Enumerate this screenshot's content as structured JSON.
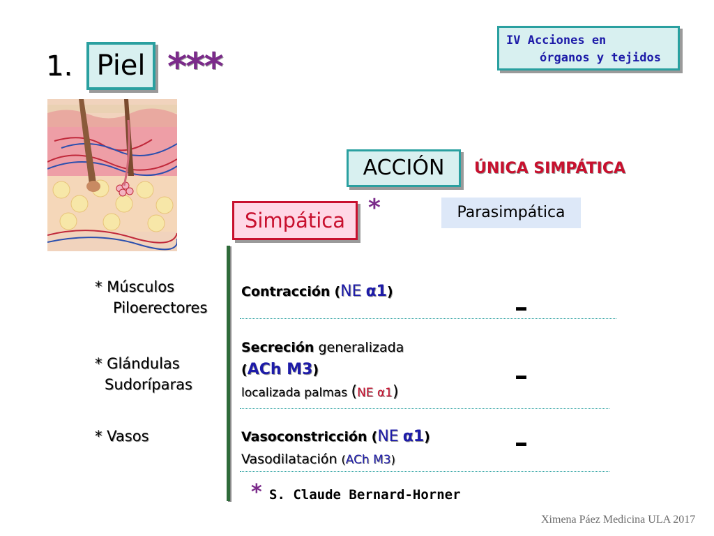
{
  "header": {
    "section_line1": "IV Acciones en",
    "section_line2": "órganos y tejidos",
    "number": "1.",
    "title": "Piel",
    "stars": "***"
  },
  "action": {
    "label": "ACCIÓN",
    "note": "ÚNICA SIMPÁTICA",
    "sympathetic": "Simpática",
    "star": "*",
    "parasympathetic": "Parasimpática"
  },
  "organs": [
    {
      "line1": "* Músculos",
      "line2": "Piloerectores"
    },
    {
      "line1": "* Glándulas",
      "line2": "Sudoríparas"
    },
    {
      "line1": "* Vasos"
    }
  ],
  "responses": {
    "muscles": {
      "main": "Contracción",
      "open": "(",
      "receptor": "NE",
      "alpha": "α1",
      "close": ")"
    },
    "glands": {
      "main": "Secreción",
      "rest": " generalizada",
      "receptor_line": "ACh M3",
      "local": "localizada palmas",
      "local_receptor": "NE α1"
    },
    "vessels": {
      "main": "Vasoconstricción",
      "receptor": "NE",
      "alpha": "α1",
      "dil": "Vasodilatación",
      "dil_receptor": "ACh M3"
    }
  },
  "parasympathetic_values": [
    "–",
    "–",
    "–"
  ],
  "footnote": {
    "star": "*",
    "text": "S. Claude Bernard-Horner"
  },
  "footer": "Ximena Páez Medicina ULA 2017",
  "colors": {
    "teal": "#2aa0a0",
    "red": "#c8102e",
    "purple": "#7b2b8a",
    "blue": "#1d1ba8"
  }
}
